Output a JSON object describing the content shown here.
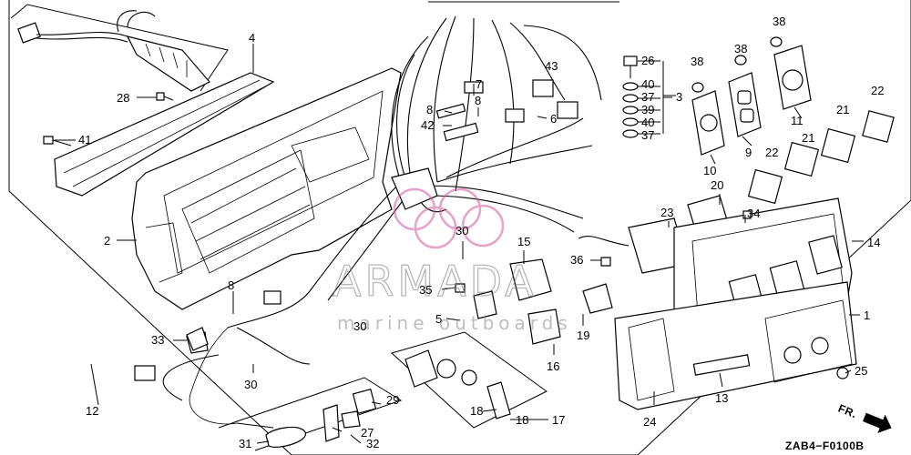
{
  "diagram": {
    "code": "ZAB4−F0100B",
    "front_marker": "FR.",
    "watermark": {
      "title": "ARMADA",
      "subtitle": "marine outboards"
    },
    "callouts": [
      "1",
      "2",
      "3",
      "4",
      "5",
      "6",
      "7",
      "8",
      "8",
      "8",
      "9",
      "10",
      "11",
      "12",
      "13",
      "14",
      "15",
      "16",
      "17",
      "18",
      "18",
      "19",
      "20",
      "21",
      "21",
      "22",
      "22",
      "23",
      "24",
      "25",
      "26",
      "27",
      "28",
      "29",
      "30",
      "30",
      "30",
      "31",
      "32",
      "33",
      "34",
      "35",
      "36",
      "37",
      "37",
      "38",
      "38",
      "38",
      "39",
      "40",
      "40",
      "41",
      "42",
      "43"
    ]
  }
}
